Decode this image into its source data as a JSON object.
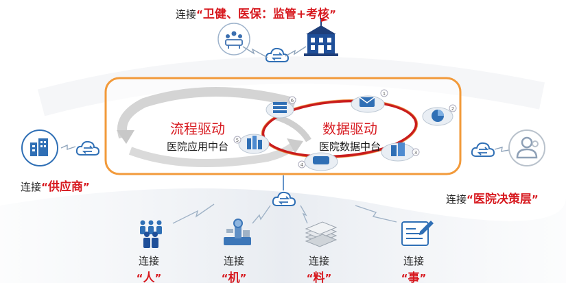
{
  "top": {
    "prefix": "连接",
    "highlight": "卫健、医保：监管+考核"
  },
  "left": {
    "prefix": "连接",
    "highlight": "供应商"
  },
  "right": {
    "prefix": "连接",
    "highlight": "医院决策层"
  },
  "bottom": [
    {
      "prefix": "连接",
      "highlight": "人"
    },
    {
      "prefix": "连接",
      "highlight": "机"
    },
    {
      "prefix": "连接",
      "highlight": "料"
    },
    {
      "prefix": "连接",
      "highlight": "事"
    }
  ],
  "process": {
    "title": "流程驱动",
    "subtitle": "医院应用中台"
  },
  "data_drive": {
    "title": "数据驱动",
    "subtitle": "医院数据中台"
  },
  "node_numbers": [
    "1",
    "2",
    "3",
    "4",
    "5",
    "6"
  ],
  "colors": {
    "accent_red": "#d7191f",
    "frame_orange": "#f29a3a",
    "icon_blue": "#2f6fb5",
    "icon_gray": "#b9c2cc"
  }
}
